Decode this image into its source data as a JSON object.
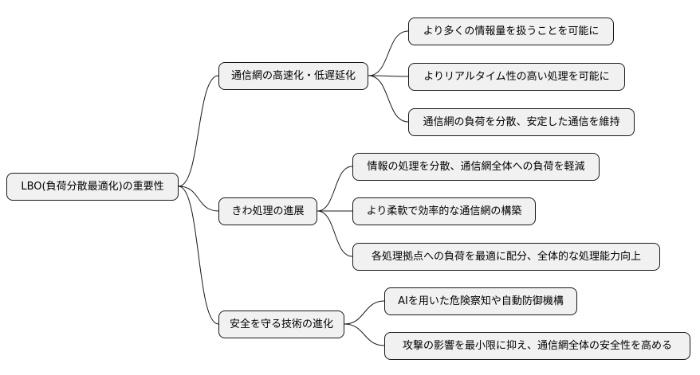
{
  "root": {
    "label": "LBO(負荷分散最適化)の重要性"
  },
  "branches": [
    {
      "label": "通信網の高速化・低遅延化",
      "children": [
        "より多くの情報量を扱うことを可能に",
        "よりリアルタイム性の高い処理を可能に",
        "通信網の負荷を分散、安定した通信を維持"
      ]
    },
    {
      "label": "きわ処理の進展",
      "children": [
        "情報の処理を分散、通信網全体への負荷を軽減",
        "より柔軟で効率的な通信網の構築",
        "各処理拠点への負荷を最適に配分、全体的な処理能力向上"
      ]
    },
    {
      "label": "安全を守る技術の進化",
      "children": [
        "AIを用いた危険察知や自動防御機構",
        "攻撃の影響を最小限に抑え、通信網全体の安全性を高める"
      ]
    }
  ],
  "colors": {
    "node_fill": "#f1f1f1",
    "node_border": "#181818",
    "line": "#181818"
  }
}
